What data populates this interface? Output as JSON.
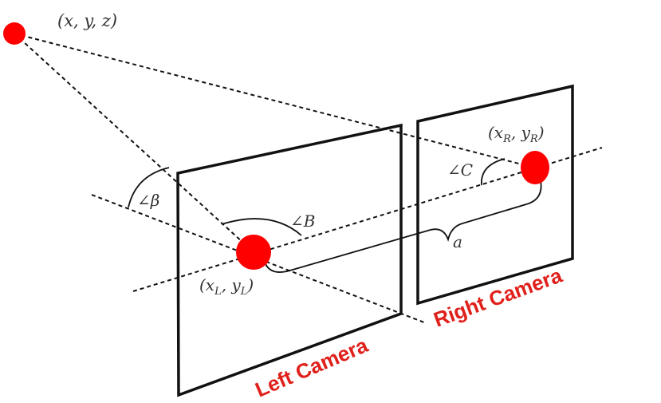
{
  "diagram": {
    "point_label": "(x, y, z)",
    "left_point_label": "(x",
    "left_point_sub1": "L",
    "left_point_mid": ", y",
    "left_point_sub2": "L",
    "left_point_end": ")",
    "right_point_label": "(x",
    "right_point_sub1": "R",
    "right_point_mid": ", y",
    "right_point_sub2": "R",
    "right_point_end": ")",
    "angle_beta": "∠β",
    "angle_B": "∠B",
    "angle_C": "∠C",
    "baseline_label": "a",
    "left_camera": "Left Camera",
    "right_camera": "Right Camera"
  },
  "colors": {
    "point": "#ff0000",
    "camera_label": "#e0201b",
    "line": "#111111"
  }
}
